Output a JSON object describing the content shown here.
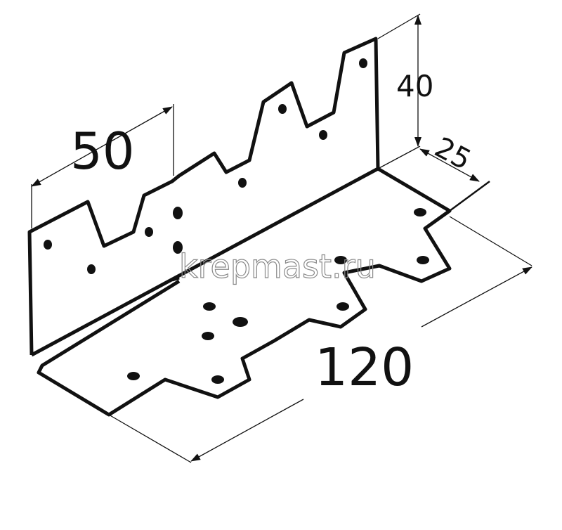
{
  "dimensions": {
    "width": "50",
    "height": "40",
    "depth": "25",
    "length": "120"
  },
  "watermark": "krepmast.ru",
  "colors": {
    "line": "#111111",
    "watermark": "#8a8a8a"
  }
}
